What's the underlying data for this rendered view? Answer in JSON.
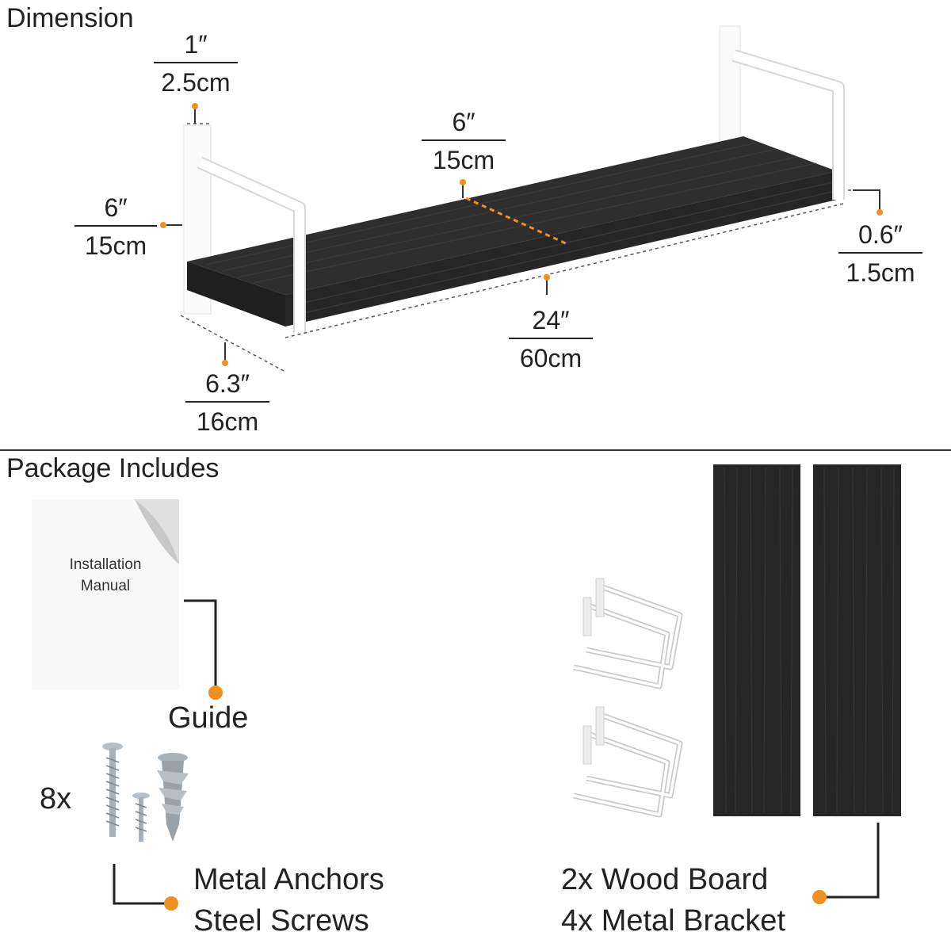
{
  "dimension_section": {
    "title": "Dimension",
    "measurements": {
      "thickness_bracket": {
        "imperial": "1″",
        "metric": "2.5cm"
      },
      "board_depth": {
        "imperial": "6″",
        "metric": "15cm"
      },
      "bracket_height": {
        "imperial": "6″",
        "metric": "15cm"
      },
      "board_thickness": {
        "imperial": "0.6″",
        "metric": "1.5cm"
      },
      "board_length": {
        "imperial": "24″",
        "metric": "60cm"
      },
      "bracket_depth": {
        "imperial": "6.3″",
        "metric": "16cm"
      }
    }
  },
  "package_section": {
    "title": "Package Includes",
    "manual_card": {
      "line1": "Installation",
      "line2": "Manual"
    },
    "guide_label": "Guide",
    "hardware_count": "8x",
    "hardware_label_1": "Metal Anchors",
    "hardware_label_2": "Steel Screws",
    "boards_label_1": "2x Wood Board",
    "boards_label_2": "4x Metal Bracket"
  },
  "colors": {
    "accent_dot": "#f0901e",
    "board": "#2b2b2b",
    "bracket": "#ffffff",
    "line": "#222222"
  }
}
